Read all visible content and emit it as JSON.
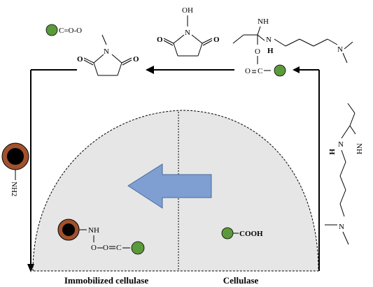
{
  "caption": {
    "left": "Immobilized cellulase",
    "right": "Cellulase"
  },
  "labels": {
    "activated_ester": "C=O-O",
    "nhs_n": "N",
    "nhs_o_left": "O",
    "nhs_o_right": "O",
    "hydroxy_nhs_oh": "OH",
    "hydroxy_nhs_n": "N",
    "hydroxy_nhs_o_left": "O",
    "hydroxy_nhs_o_right": "O",
    "edc_nh": "NH",
    "edc_n": "N",
    "edc_h": "H",
    "edc_n_right": "N",
    "edc_o": "O",
    "edc_c": "C",
    "edc_o_bottom": "O",
    "edc_dash": "=",
    "immobilized_nh": "NH",
    "immobilized_o": "O",
    "immobilized_o2": "O",
    "immobilized_c": "C",
    "cellulase_cooh": "COOH",
    "particle_nh2": "NH2",
    "right_nh": "NH",
    "right_h": "H",
    "right_n_low": "N",
    "right_n_mid": "N"
  },
  "colors": {
    "enzyme_green": "#5a9a3b",
    "particle_brown": "#a0522d",
    "particle_core": "#000000",
    "arrow_blue": "#7f9fd3",
    "dome_fill": "#e6e6e6"
  },
  "icons": {
    "enzyme": "green-circle",
    "magnetic_particle": "brown-ring-black-core",
    "reaction_arrow": "black-arrow",
    "immobilization_arrow": "blue-block-arrow"
  }
}
